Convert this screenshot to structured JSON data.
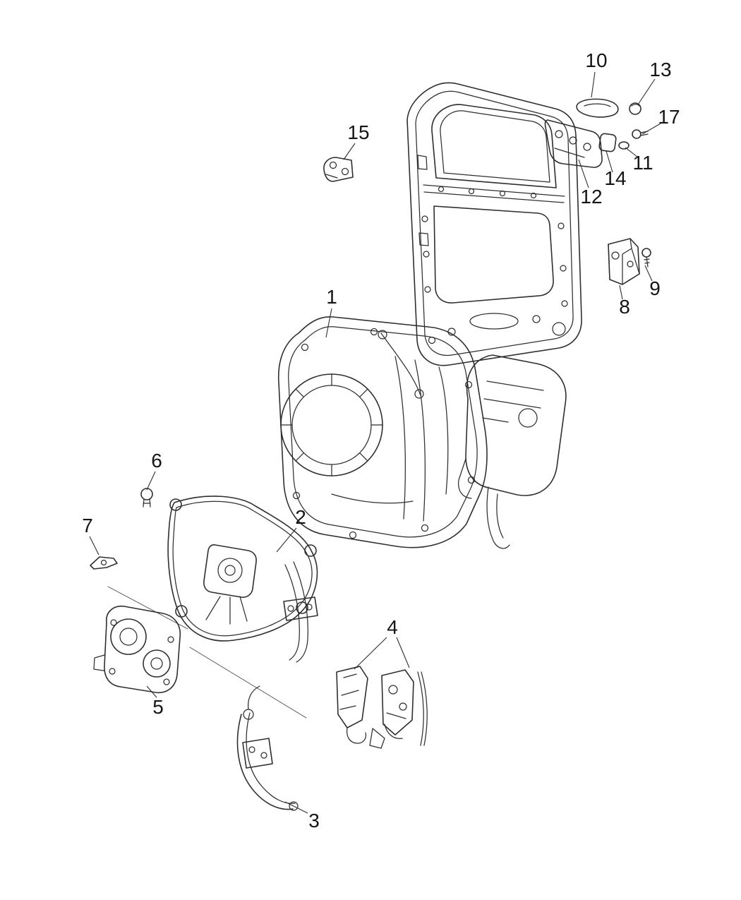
{
  "page": {
    "background": "#ffffff"
  },
  "diagram": {
    "type": "exploded-parts-diagram",
    "line_color": "#2f2f2f",
    "label_color": "#151515",
    "callouts": [
      "1",
      "2",
      "3",
      "4",
      "5",
      "6",
      "7",
      "8",
      "9",
      "10",
      "11",
      "12",
      "13",
      "14",
      "15",
      "17"
    ]
  }
}
